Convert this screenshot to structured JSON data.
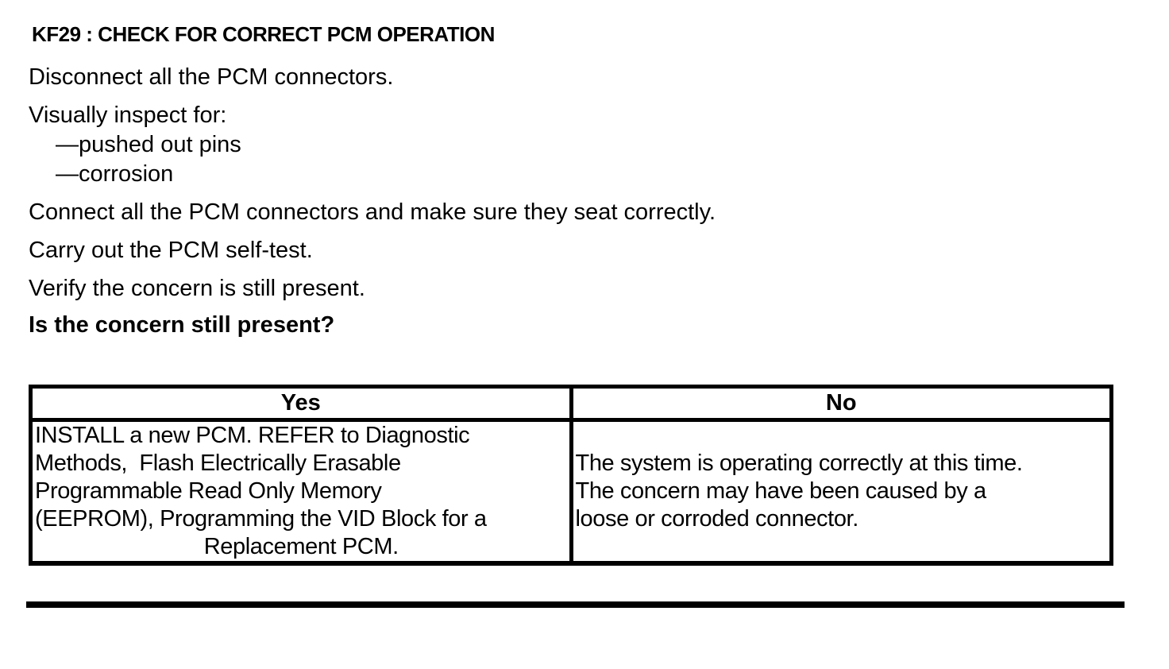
{
  "colors": {
    "text": "#000000",
    "background": "#ffffff"
  },
  "doc": {
    "title": "KF29 : CHECK FOR CORRECT PCM OPERATION",
    "steps": {
      "disconnect": "Disconnect all the PCM connectors.",
      "inspect_label": "Visually inspect for:",
      "inspect_items": [
        "—pushed out pins",
        "—corrosion"
      ],
      "connect": "Connect all the PCM connectors and make sure they seat correctly.",
      "self_test": "Carry out the PCM self-test.",
      "verify": "Verify the concern is still present."
    },
    "question": "Is the concern still present?",
    "decision_table": {
      "yes_header": "Yes",
      "no_header": "No",
      "yes_lines": [
        "INSTALL a new PCM. REFER to Diagnostic",
        "Methods,  Flash Electrically Erasable",
        "Programmable Read Only Memory",
        "(EEPROM), Programming the VID Block for a",
        "Replacement PCM."
      ],
      "no_lines": [
        "The system is operating correctly at this time.",
        "The concern may have been caused by a",
        "loose or corroded connector."
      ]
    }
  }
}
